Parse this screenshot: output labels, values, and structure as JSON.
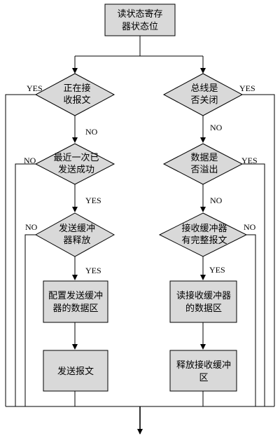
{
  "nodes": {
    "start": [
      "读状态寄存",
      "器状态位"
    ],
    "d_receiving": [
      "正在接",
      "收报文"
    ],
    "d_bus_closed": [
      "总线是",
      "否关闭"
    ],
    "d_last_send": [
      "最近一次已",
      "发送成功"
    ],
    "d_overflow": [
      "数据是",
      "否溢出"
    ],
    "d_send_buf": [
      "发送缓冲",
      "器释放"
    ],
    "d_recv_buf": [
      "接收缓冲器",
      "有完整报文"
    ],
    "p_config_send": [
      "配置发送缓冲",
      "器的数据区"
    ],
    "p_read_recv": [
      "读接收缓冲器",
      "的数据区"
    ],
    "p_send_msg": [
      "发送报文"
    ],
    "p_release_recv": [
      "释放接收缓冲",
      "区"
    ]
  },
  "labels": {
    "yes": "YES",
    "no": "NO"
  }
}
